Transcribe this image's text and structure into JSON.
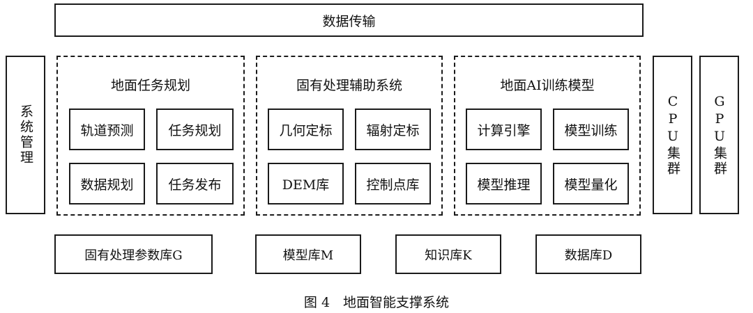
{
  "top_bar": {
    "label": "数据传输"
  },
  "left_panel": {
    "label": "系统管理"
  },
  "right_panels": [
    {
      "label": "CPU集群"
    },
    {
      "label": "GPU集群"
    }
  ],
  "groups": [
    {
      "title": "地面任务规划",
      "items": [
        "轨道预测",
        "任务规划",
        "数据规划",
        "任务发布"
      ]
    },
    {
      "title": "固有处理辅助系统",
      "items": [
        "几何定标",
        "辐射定标",
        "DEM库",
        "控制点库"
      ]
    },
    {
      "title": "地面AI训练模型",
      "items": [
        "计算引擎",
        "模型训练",
        "模型推理",
        "模型量化"
      ]
    }
  ],
  "databases": [
    "固有处理参数库G",
    "模型库M",
    "知识库K",
    "数据库D"
  ],
  "caption": "图 4　地面智能支撑系统"
}
